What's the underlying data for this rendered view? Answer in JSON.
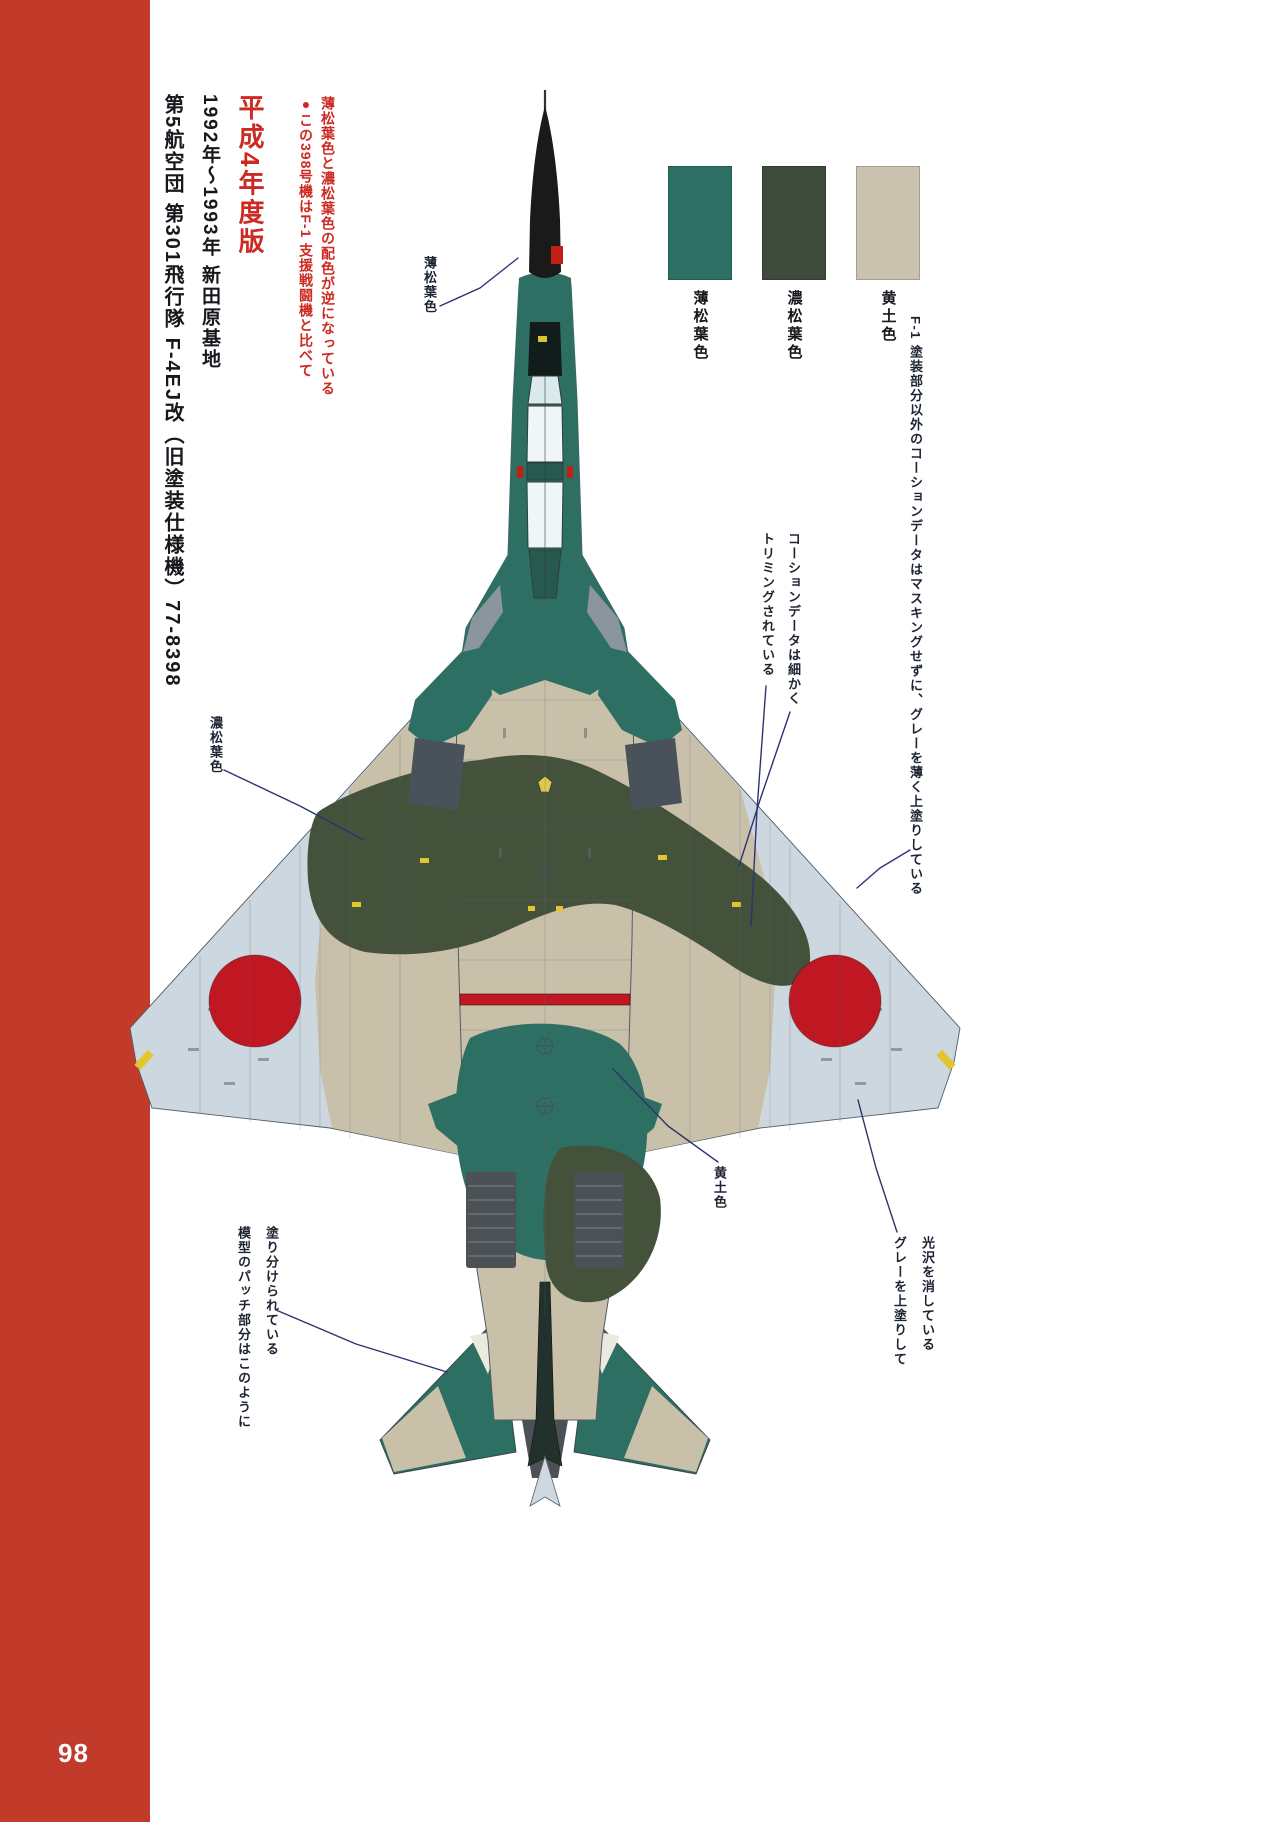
{
  "page": {
    "number": "98"
  },
  "colors": {
    "sidebar": "#c23b2a",
    "accent": "#cc2a22",
    "teal": "#2e6f63",
    "tealdark": "#27594f",
    "dkgreen": "#44523c",
    "ochre": "#c9c0aa",
    "metal": "#cdd7df",
    "hinomaru": "#c01823",
    "navy": "#2b3470"
  },
  "header": {
    "title": "第5航空団 第301飛行隊 F-4EJ改（旧塗装仕様機）77-8398",
    "subtitle": "1992年～1993年 新田原基地",
    "edition": "平成4年度版",
    "note": [
      "●この398号機はF-1 支援戦闘機と比べて",
      "薄松葉色と濃松葉色の配色が逆になっている"
    ]
  },
  "swatches": [
    {
      "label": "薄松葉色",
      "color": "#2e6f63"
    },
    {
      "label": "濃松葉色",
      "color": "#3e4a3b"
    },
    {
      "label": "黄土色",
      "color": "#c9c2ae"
    }
  ],
  "annotations": {
    "nose_color": "薄松葉色",
    "wing_color": "濃松葉色",
    "caution": [
      "コーションデータは細かく",
      "トリミングされている"
    ],
    "f1_note": "F-1 塗装部分以外のコーションデータはマスキングせずに、グレーを薄く上塗りしている",
    "ochre": "黄土色",
    "gloss": [
      "グレーを上塗りして",
      "光沢を消している"
    ],
    "model_patch": [
      "模型のパッチ部分はこのように",
      "塗り分けられている"
    ]
  }
}
